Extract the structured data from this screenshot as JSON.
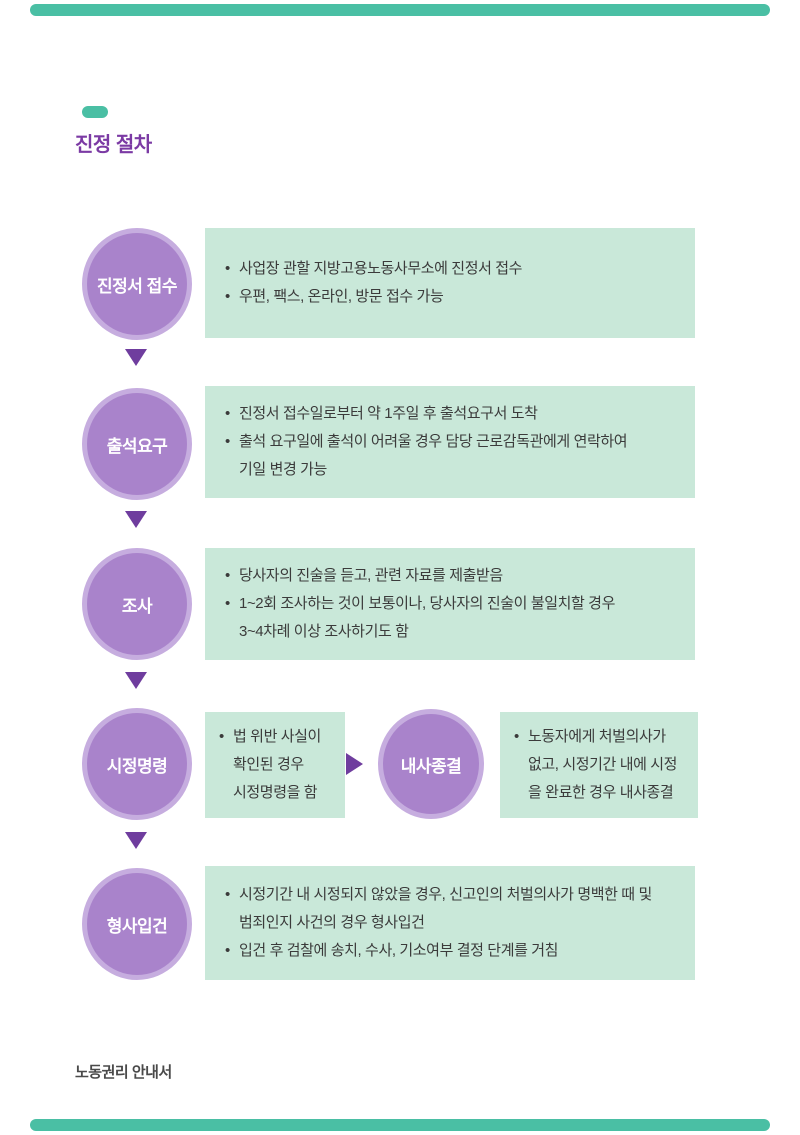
{
  "header": {
    "title": "진정 절차"
  },
  "footer": {
    "label": "노동권리 안내서"
  },
  "colors": {
    "accent_teal": "#4abfa4",
    "title_purple": "#7b3aa4",
    "circle_fill": "#a983cb",
    "circle_border": "#c6addf",
    "arrow_purple": "#6f3d9e",
    "box_mint": "#c9e8d9",
    "body_text": "#3b3b3b"
  },
  "steps": [
    {
      "label": "진정서 접수",
      "lines": [
        "사업장 관할 지방고용노동사무소에 진정서 접수",
        "우편, 팩스, 온라인, 방문 접수 가능"
      ]
    },
    {
      "label": "출석요구",
      "lines": [
        "진정서 접수일로부터 약 1주일 후 출석요구서 도착",
        "출석 요구일에 출석이 어려울 경우 담당 근로감독관에게 연락하여",
        "기일 변경 가능"
      ]
    },
    {
      "label": "조사",
      "lines": [
        "당사자의 진술을 듣고, 관련 자료를 제출받음",
        "1~2회 조사하는 것이 보통이나, 당사자의 진술이 불일치할 경우",
        "3~4차례 이상 조사하기도 함"
      ]
    },
    {
      "label": "시정명령",
      "lines": [
        "법 위반 사실이",
        "확인된 경우",
        "시정명령을 함"
      ],
      "branch": {
        "label": "내사종결",
        "lines": [
          "노동자에게 처벌의사가",
          "없고, 시정기간 내에 시정",
          "을 완료한 경우 내사종결"
        ]
      }
    },
    {
      "label": "형사입건",
      "lines": [
        "시정기간 내 시정되지 않았을 경우, 신고인의 처벌의사가 명백한 때 및",
        "범죄인지 사건의 경우 형사입건",
        "입건 후 검찰에 송치, 수사, 기소여부 결정 단계를 거침"
      ]
    }
  ]
}
